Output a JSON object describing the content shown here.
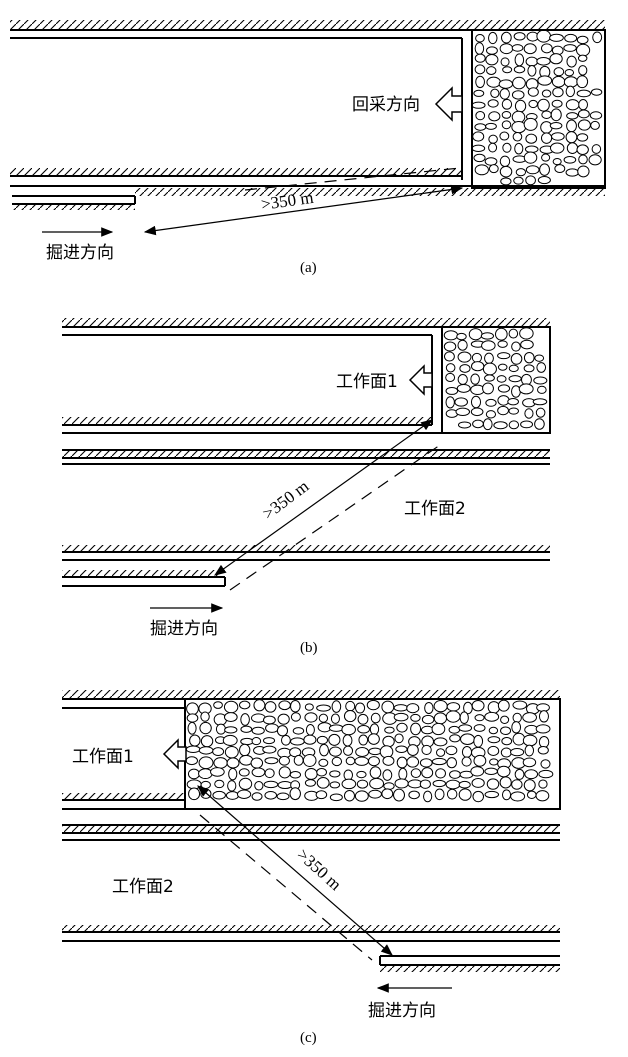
{
  "panels": [
    {
      "caption": "(a)",
      "labels": {
        "retreat_direction": "回采方向",
        "distance": ">350 m",
        "excavation_direction": "掘进方向"
      }
    },
    {
      "caption": "(b)",
      "labels": {
        "working_face_1": "工作面1",
        "working_face_2": "工作面2",
        "distance": ">350 m",
        "excavation_direction": "掘进方向"
      }
    },
    {
      "caption": "(c)",
      "labels": {
        "working_face_1": "工作面1",
        "working_face_2": "工作面2",
        "distance": ">350 m",
        "excavation_direction": "掘进方向"
      }
    }
  ],
  "colors": {
    "line": "#000000",
    "background": "#ffffff"
  }
}
